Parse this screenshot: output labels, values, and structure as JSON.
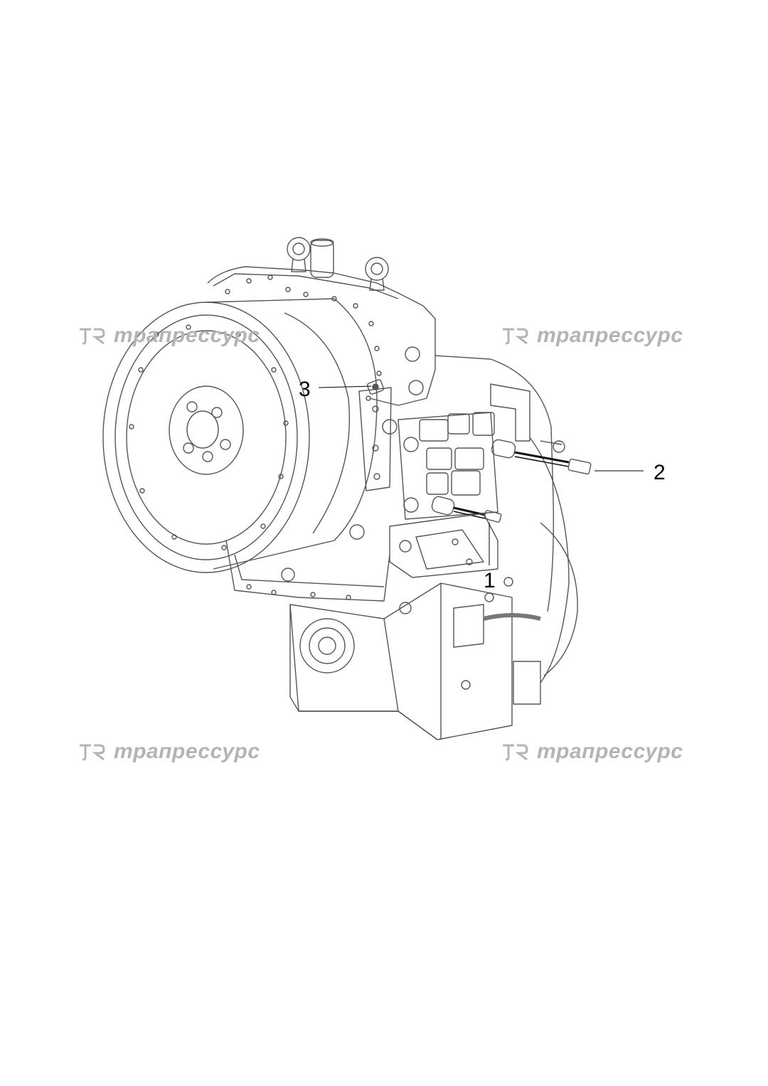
{
  "diagram": {
    "callouts": [
      {
        "id": "1",
        "label": "1"
      },
      {
        "id": "2",
        "label": "2"
      },
      {
        "id": "3",
        "label": "3"
      }
    ]
  },
  "watermarks": {
    "brand_text": "трапрессурс",
    "instances": [
      "top-left",
      "top-right",
      "bottom-left",
      "bottom-right"
    ]
  }
}
